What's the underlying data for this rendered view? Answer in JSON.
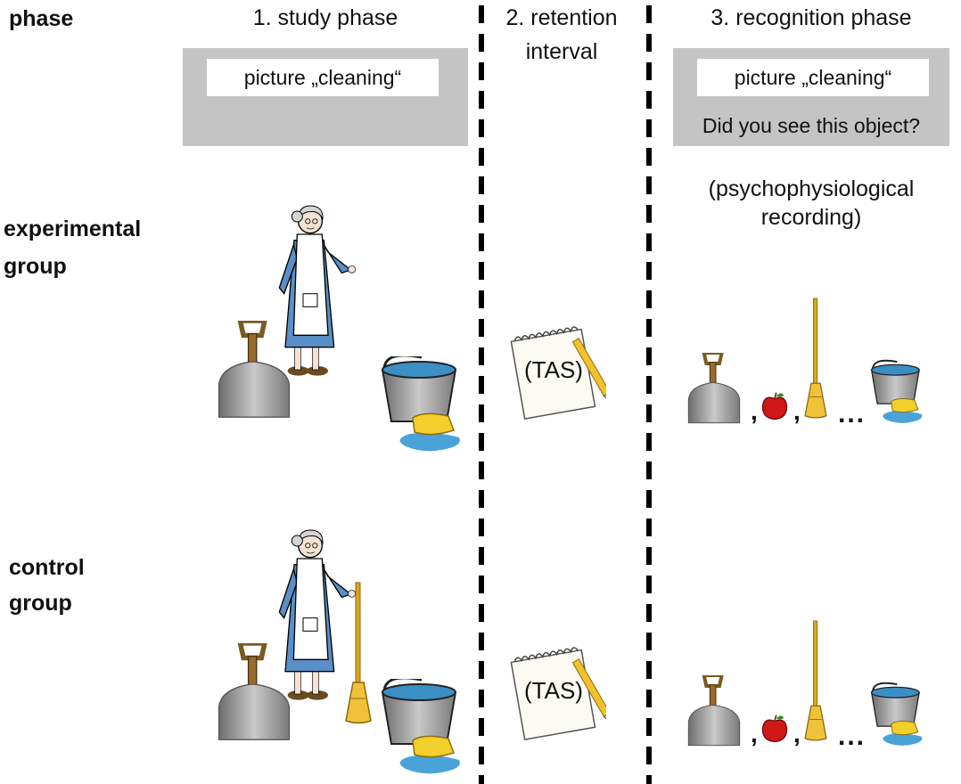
{
  "row_labels": {
    "phase": "phase",
    "experimental_line1": "experimental",
    "experimental_line2": "group",
    "control_line1": "control",
    "control_line2": "group"
  },
  "columns": {
    "study": "1. study phase",
    "retention_line1": "2. retention",
    "retention_line2": "interval",
    "recognition": "3. recognition phase"
  },
  "study_box": {
    "picture_label": "picture „cleaning“"
  },
  "recognition_box": {
    "picture_label": "picture „cleaning“",
    "question": "Did you see this object?"
  },
  "recording_note_line1": "(psychophysiological",
  "recording_note_line2": "recording)",
  "questionnaire_label": "(TAS)",
  "sequence": {
    "comma": ",",
    "ellipsis": "..."
  },
  "colors": {
    "box_gray": "#c4c4c4",
    "dress_blue": "#5b8fc7",
    "broom_yellow": "#e8b62a",
    "apple_red": "#d01818",
    "water_blue": "#4aa3d8",
    "sponge_yellow": "#f2cf2b"
  }
}
